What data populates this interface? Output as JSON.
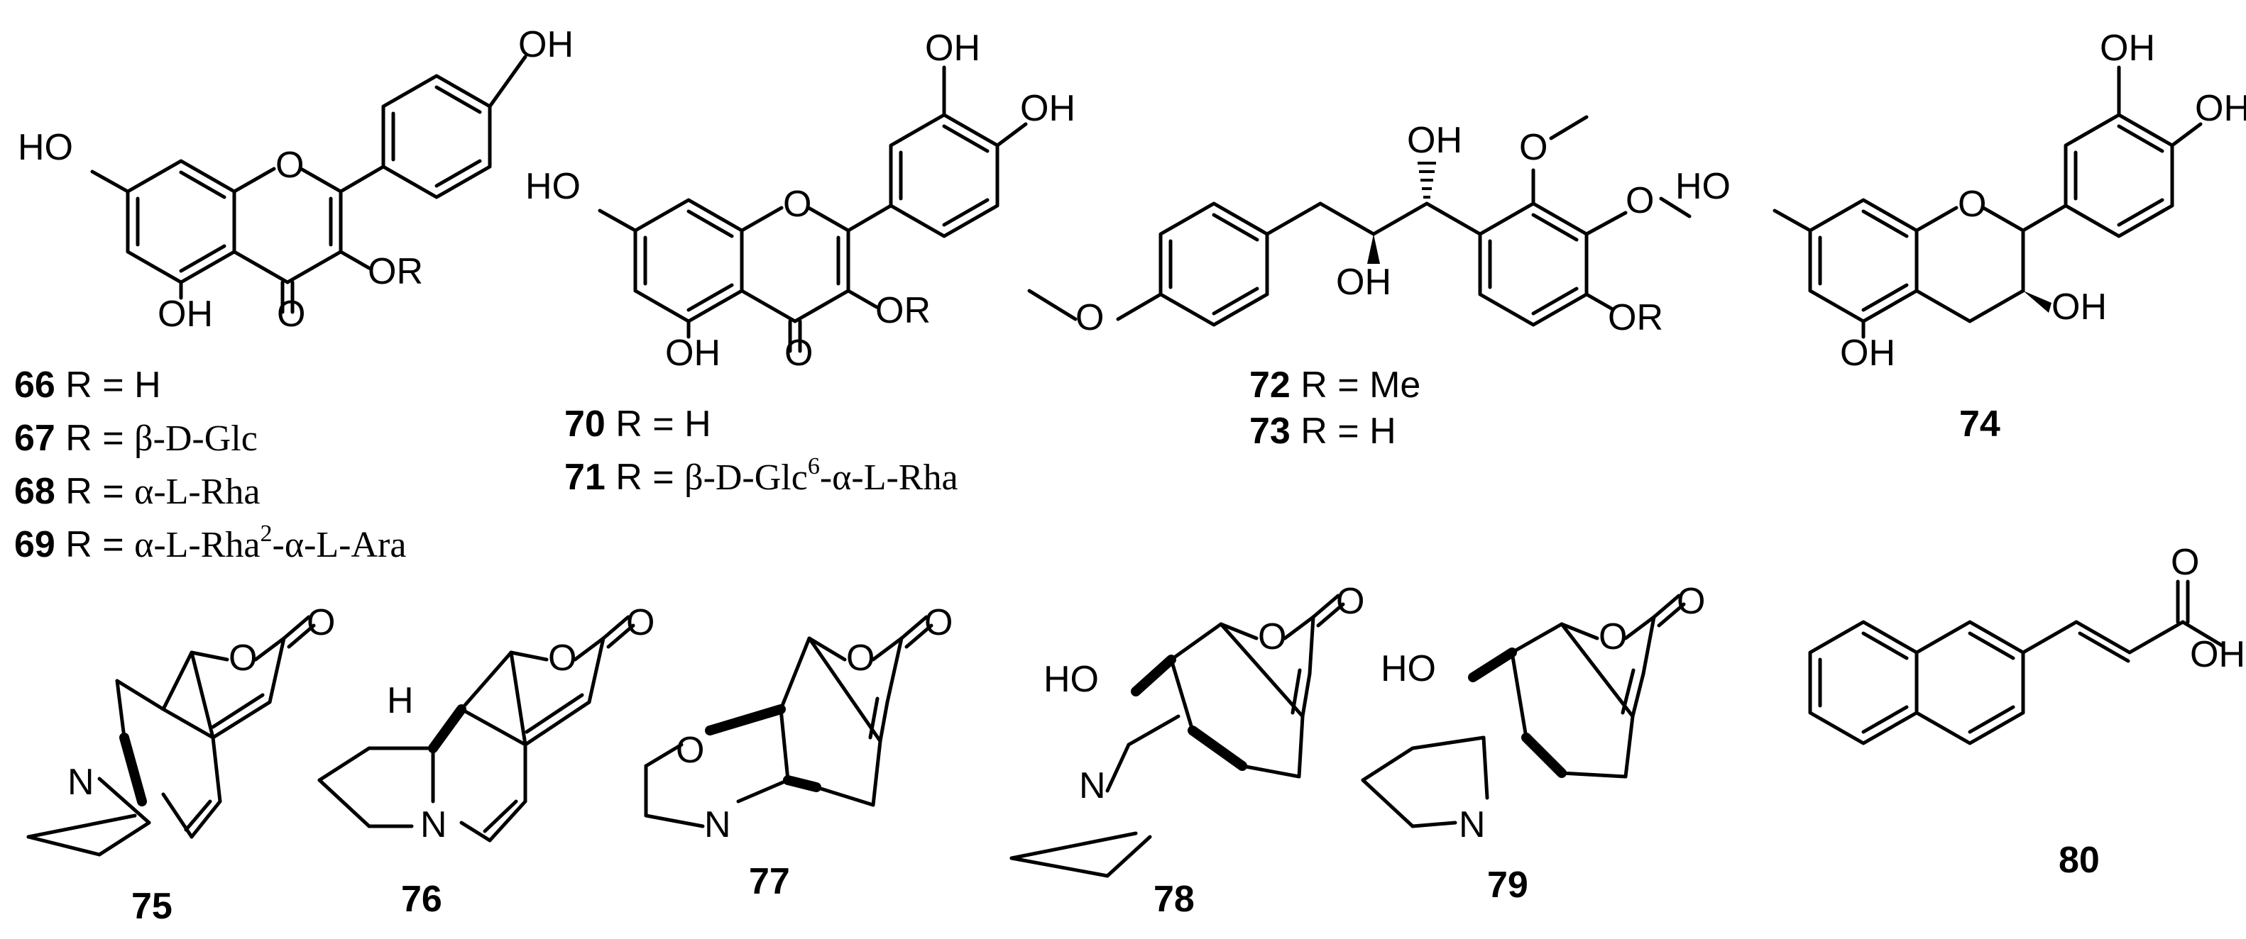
{
  "compounds": {
    "c66": {
      "number": "66",
      "rest": " R = H"
    },
    "c67": {
      "number": "67",
      "rest": " R = ",
      "sugar": "β-D-Glc"
    },
    "c68": {
      "number": "68",
      "rest": " R = ",
      "sugar": "α-L-Rha"
    },
    "c69": {
      "number": "69",
      "rest": " R = ",
      "sugar": "α-L-Rha",
      "sup": "2",
      "sugar2": "-α-L-Ara"
    },
    "c70": {
      "number": "70",
      "rest": " R = H"
    },
    "c71": {
      "number": "71",
      "rest": " R = ",
      "sugar": "β-D-Glc",
      "sup": "6",
      "sugar2": "-α-L-Rha"
    },
    "c72": {
      "number": "72",
      "rest": " R = Me"
    },
    "c73": {
      "number": "73",
      "rest": " R = H"
    },
    "c74": {
      "number": "74"
    },
    "c75": {
      "number": "75"
    },
    "c76": {
      "number": "76"
    },
    "c77": {
      "number": "77"
    },
    "c78": {
      "number": "78"
    },
    "c79": {
      "number": "79"
    },
    "c80": {
      "number": "80"
    }
  },
  "atoms": {
    "oh": "OH",
    "ho": "HO",
    "o": "O",
    "or": "OR",
    "n": "N",
    "h": "H"
  }
}
